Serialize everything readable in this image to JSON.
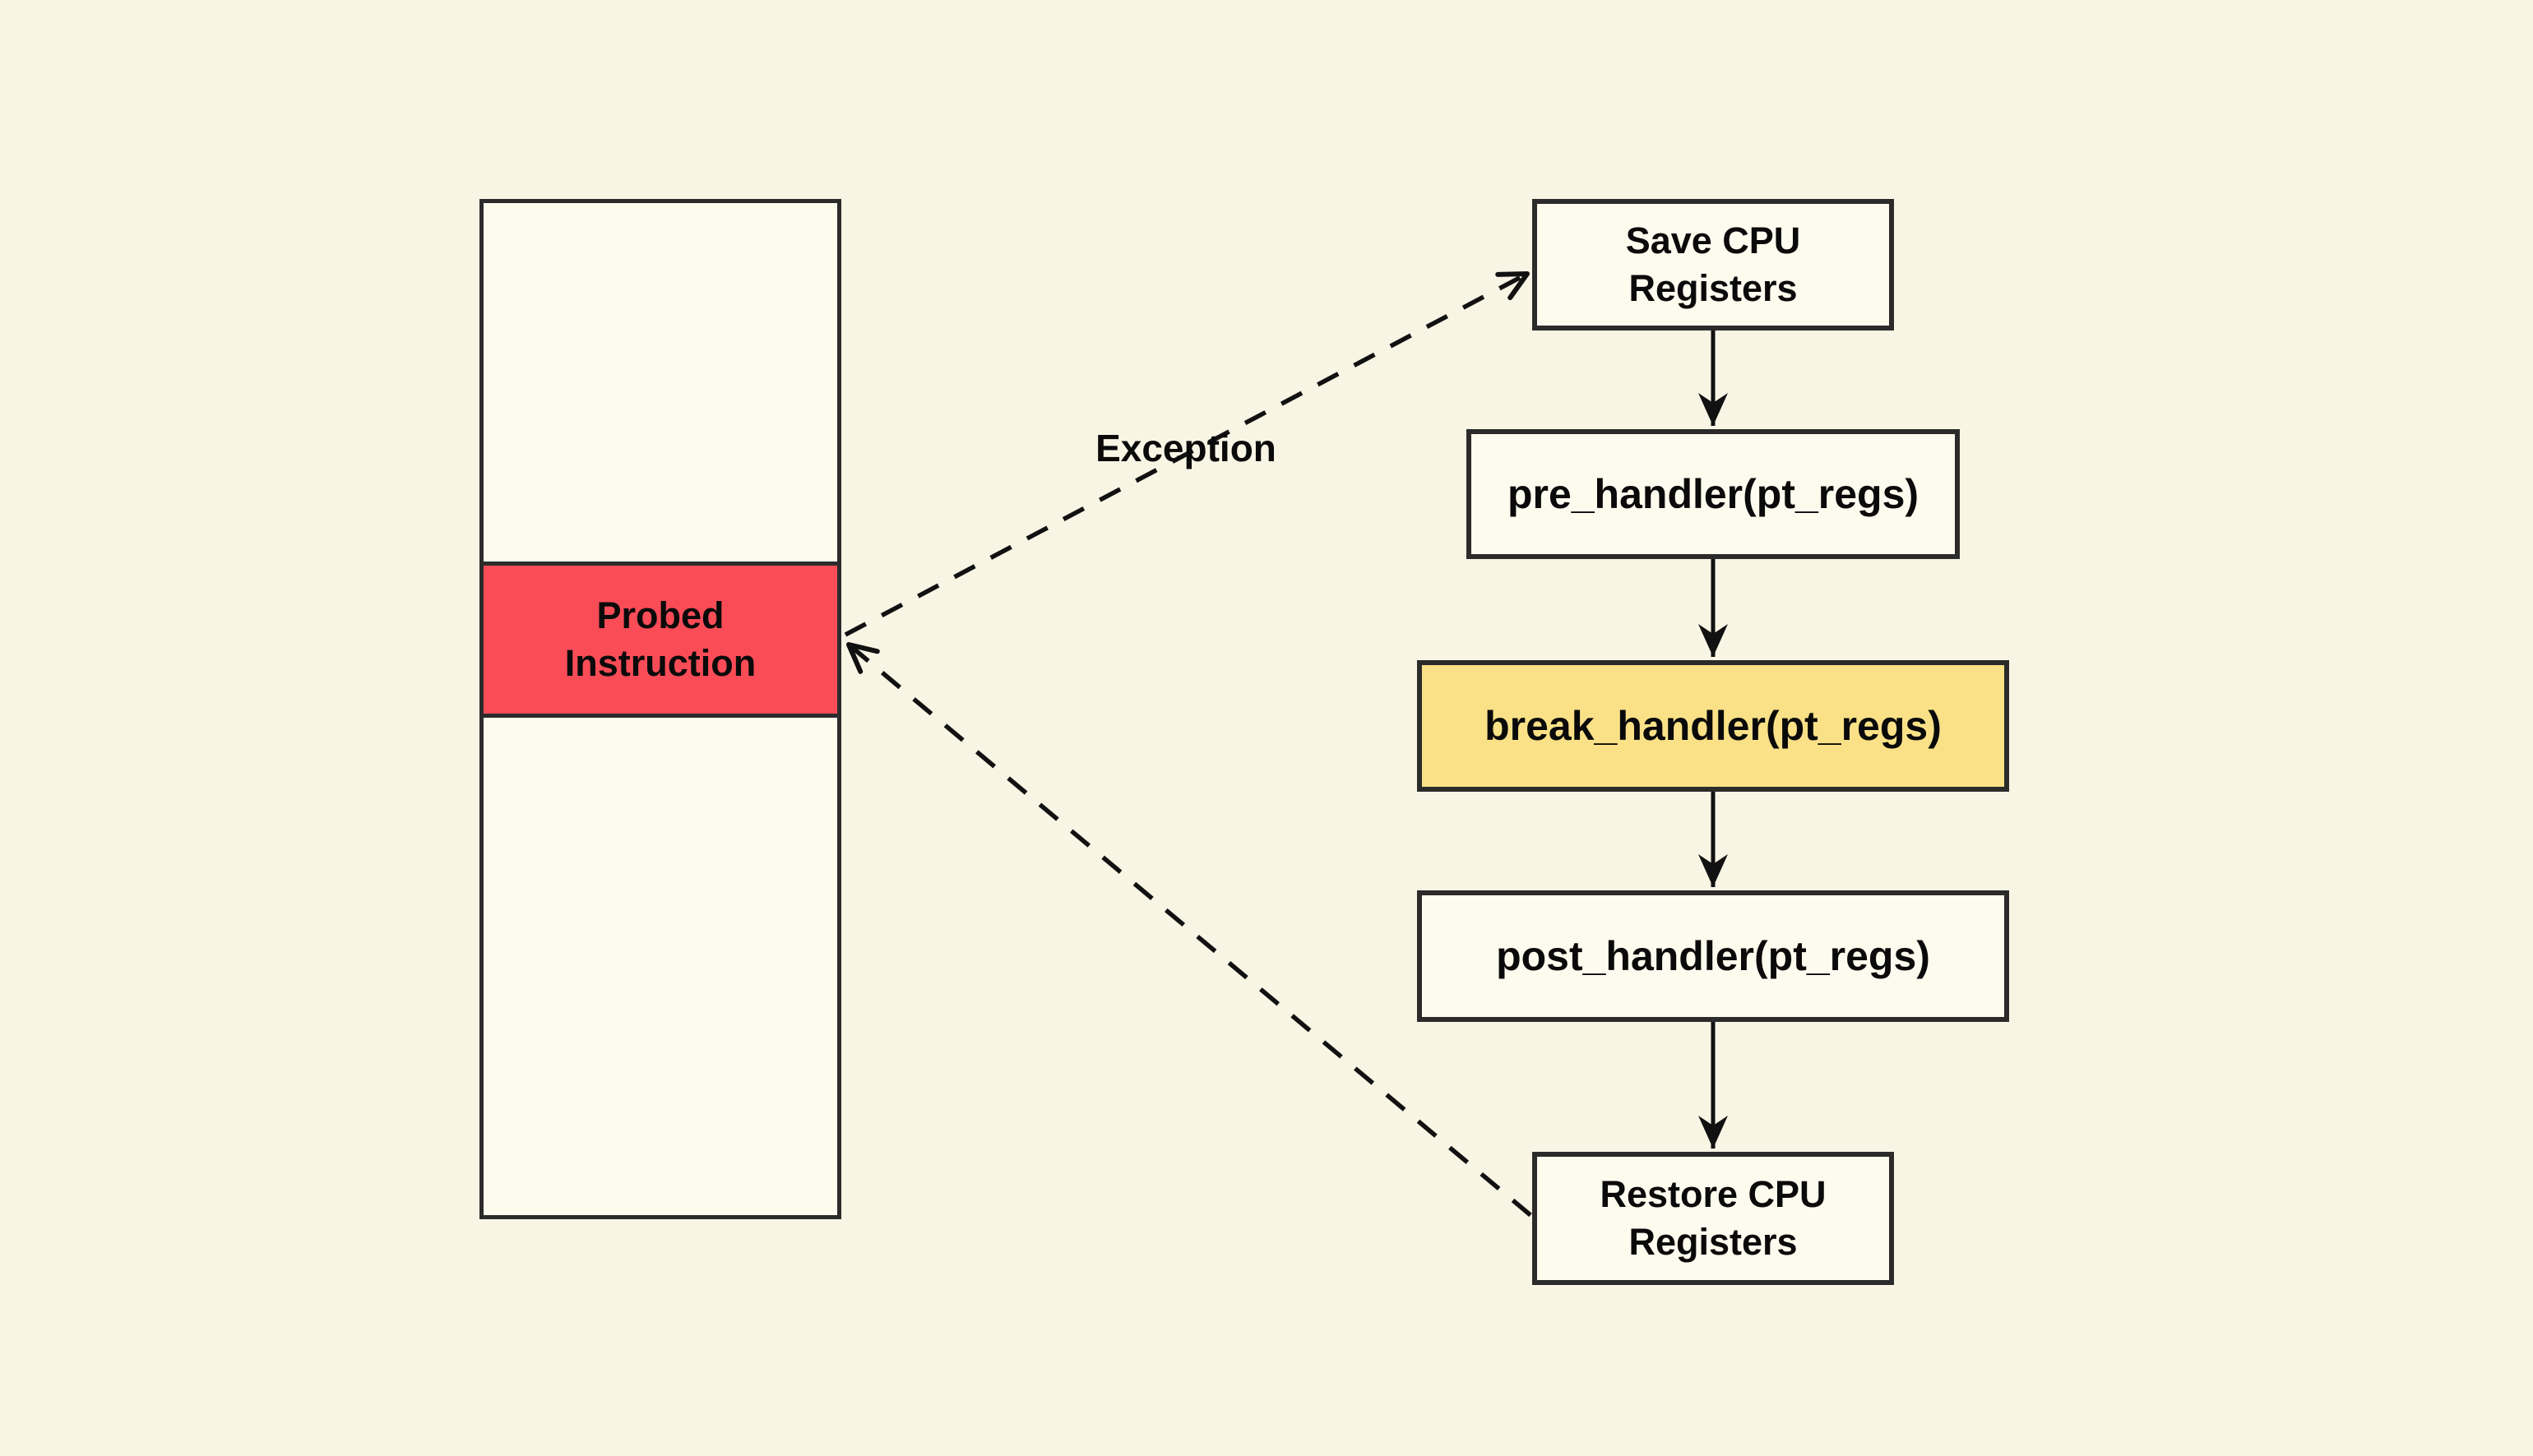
{
  "memory": {
    "probed_label": "Probed Instruction"
  },
  "flow": {
    "save": {
      "label": "Save CPU Registers"
    },
    "pre": {
      "label": "pre_handler(pt_regs)"
    },
    "break": {
      "label": "break_handler(pt_regs)",
      "highlighted": true
    },
    "post": {
      "label": "post_handler(pt_regs)"
    },
    "restore": {
      "label": "Restore CPU Registers"
    }
  },
  "labels": {
    "exception": "Exception"
  },
  "colors": {
    "background": "#F8F5E5",
    "box_fill": "#FDFAEE",
    "probed_fill": "#F94C57",
    "highlight_fill": "#FAE187",
    "border": "#2B2B2B",
    "arrow": "#111111"
  }
}
